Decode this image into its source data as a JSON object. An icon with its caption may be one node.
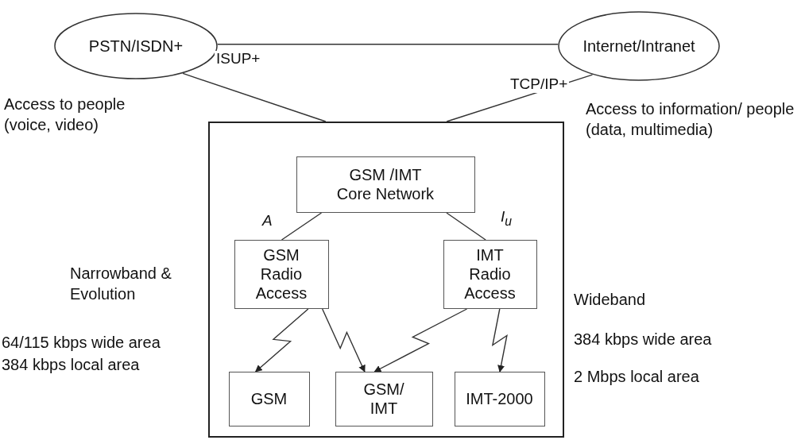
{
  "diagram": {
    "nodes": [
      {
        "text": [
          "PSTN/ISDN+"
        ],
        "beside": [
          "Access to people (voice, video)"
        ]
      },
      {
        "text": [
          "Internet/Intranet"
        ],
        "beside": [
          "Access to information/ people (data, multimedia)"
        ]
      },
      {
        "text": [],
        "shape": "box"
      },
      {
        "text": [
          "GSM /IMT Core Network"
        ],
        "in": 2
      },
      {
        "text": [
          "GSM Radio Access"
        ],
        "in": 2
      },
      {
        "text": [
          "IMT Radio Access"
        ],
        "in": 2
      },
      {
        "text": [
          "GSM"
        ],
        "in": 2
      },
      {
        "text": [
          "GSM/ IMT"
        ],
        "in": 2
      },
      {
        "text": [
          "IMT-2000"
        ],
        "in": 2
      }
    ],
    "edges": [
      {
        "from": 0,
        "to": 1,
        "arrow": "none"
      },
      {
        "from": 0,
        "to": 2,
        "arrow": "none",
        "label": "ISUP+"
      },
      {
        "from": 1,
        "to": 2,
        "arrow": "none",
        "label": "TCP/IP+"
      },
      {
        "from": 3,
        "to": 4,
        "arrow": "none",
        "label": "A"
      },
      {
        "from": 3,
        "to": 5,
        "arrow": "none",
        "label": "I$_{u}$"
      },
      {
        "from": 4,
        "to": 6,
        "arrow": "to"
      },
      {
        "from": 4,
        "to": 7,
        "arrow": "to"
      },
      {
        "from": 5,
        "to": 7,
        "arrow": "to"
      },
      {
        "from": 5,
        "to": 8,
        "arrow": "to"
      }
    ],
    "labels": [
      "Narrowband & Evolution",
      "64/115 kbps wide area",
      "384 kbps local area",
      "Wideband",
      "384 kbps wide area",
      "2 Mbps local area"
    ]
  }
}
